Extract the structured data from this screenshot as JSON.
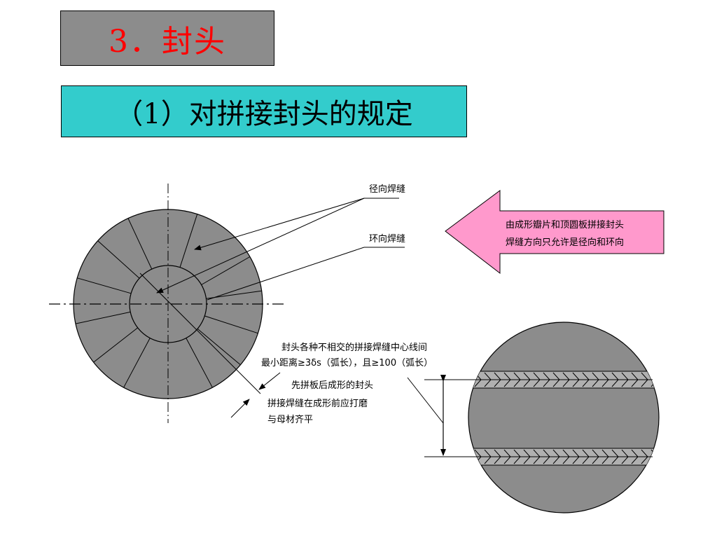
{
  "title": "3．封头",
  "subtitle": "（1）对拼接封头的规定",
  "labels": {
    "radial_weld": "径向焊缝",
    "circumferential_weld": "环向焊缝",
    "distance_rule_line1": "封头各种不相交的拼接焊缝中心线间",
    "distance_rule_line2": "最小距离≥3δs（弧长），且≥100（弧长）",
    "grind_rule_line1": "先拼板后成形的封头",
    "grind_rule_line2": "拼接焊缝在成形前应打磨",
    "grind_rule_line3": "与母材齐平"
  },
  "callout": {
    "line1": "由成形瓣片和顶圆板拼接封头",
    "line2": "焊缝方向只允许是径向和环向"
  },
  "colors": {
    "title_bg": "#8c8c8c",
    "title_text": "#ff0000",
    "subtitle_bg": "#33cccc",
    "head_fill": "#8c8c8c",
    "callout_fill": "#ff99cc",
    "weld_band": "#b0b0b0"
  }
}
